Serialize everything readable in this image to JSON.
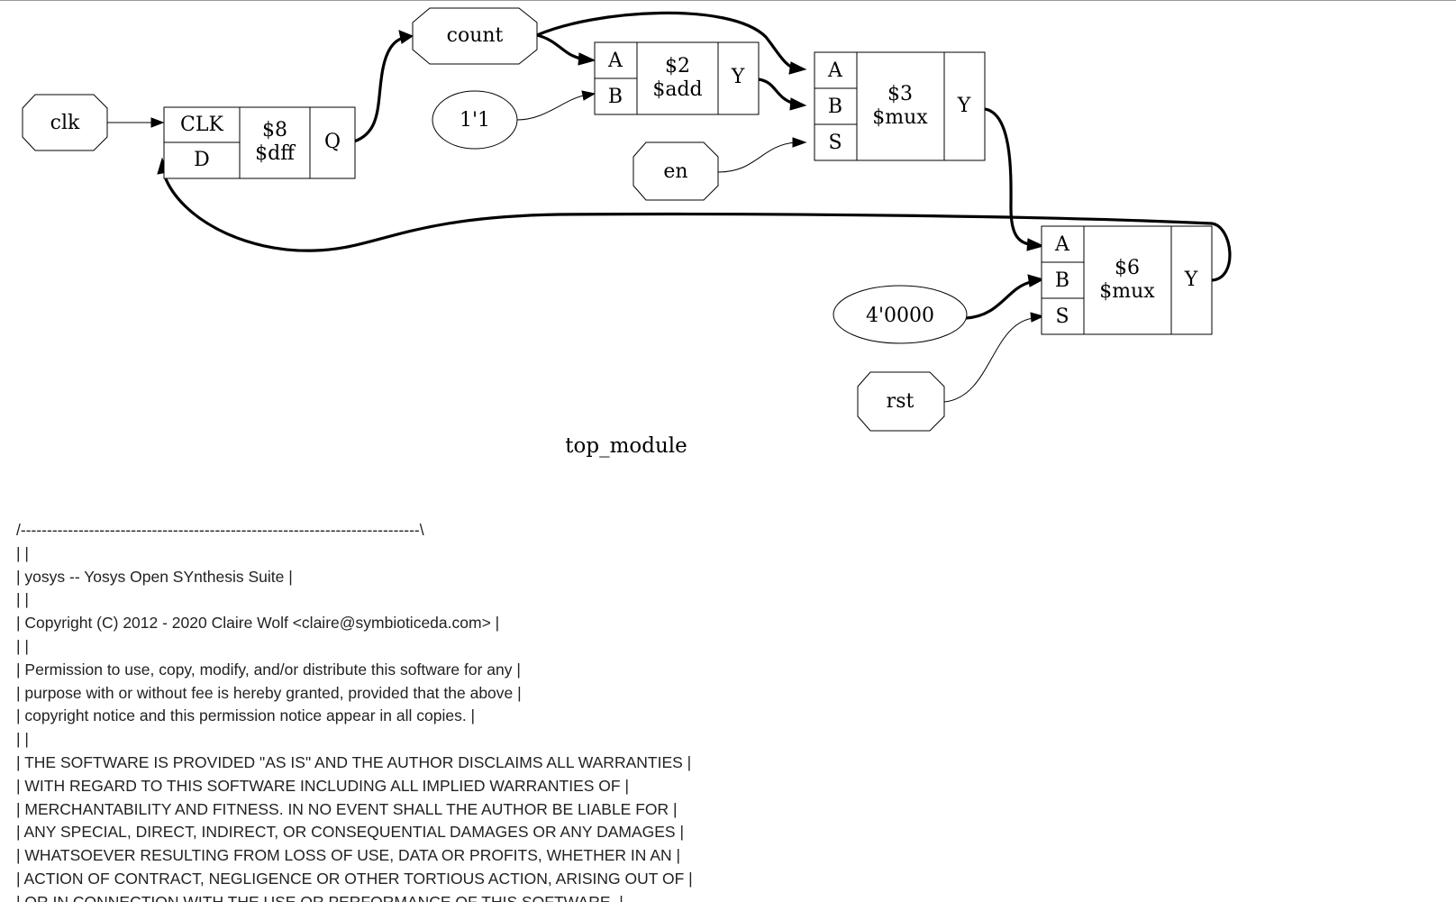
{
  "diagram": {
    "module_name": "top_module",
    "ports": {
      "clk": "clk",
      "count": "count",
      "en": "en",
      "rst": "rst"
    },
    "constants": {
      "one": "1'1",
      "zero": "4'0000"
    },
    "cells": {
      "dff": {
        "id": "$8",
        "type": "$dff",
        "pins": {
          "clk": "CLK",
          "d": "D",
          "q": "Q"
        }
      },
      "add": {
        "id": "$2",
        "type": "$add",
        "pins": {
          "a": "A",
          "b": "B",
          "y": "Y"
        }
      },
      "mux3": {
        "id": "$3",
        "type": "$mux",
        "pins": {
          "a": "A",
          "b": "B",
          "s": "S",
          "y": "Y"
        }
      },
      "mux6": {
        "id": "$6",
        "type": "$mux",
        "pins": {
          "a": "A",
          "b": "B",
          "s": "S",
          "y": "Y"
        }
      }
    }
  },
  "log": {
    "lines": [
      "/----------------------------------------------------------------------------\\",
      "| |",
      "| yosys -- Yosys Open SYnthesis Suite |",
      "| |",
      "| Copyright (C) 2012 - 2020 Claire Wolf <claire@symbioticeda.com> |",
      "| |",
      "| Permission to use, copy, modify, and/or distribute this software for any |",
      "| purpose with or without fee is hereby granted, provided that the above |",
      "| copyright notice and this permission notice appear in all copies. |",
      "| |",
      "| THE SOFTWARE IS PROVIDED \"AS IS\" AND THE AUTHOR DISCLAIMS ALL WARRANTIES |",
      "| WITH REGARD TO THIS SOFTWARE INCLUDING ALL IMPLIED WARRANTIES OF |",
      "| MERCHANTABILITY AND FITNESS. IN NO EVENT SHALL THE AUTHOR BE LIABLE FOR |",
      "| ANY SPECIAL, DIRECT, INDIRECT, OR CONSEQUENTIAL DAMAGES OR ANY DAMAGES |",
      "| WHATSOEVER RESULTING FROM LOSS OF USE, DATA OR PROFITS, WHETHER IN AN |",
      "| ACTION OF CONTRACT, NEGLIGENCE OR OTHER TORTIOUS ACTION, ARISING OUT OF |",
      "| OR IN CONNECTION WITH THE USE OR PERFORMANCE OF THIS SOFTWARE. |"
    ]
  }
}
